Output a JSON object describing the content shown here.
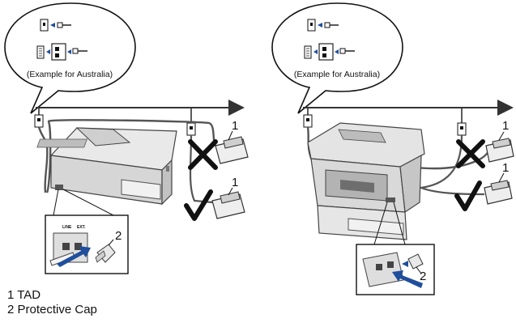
{
  "left_panel": {
    "bubble_caption": "(Example for Australia)",
    "callout_tad_upper": "1",
    "callout_tad_lower": "1",
    "callout_cap": "2",
    "port_line_label": "LINE",
    "port_ext_label": "EXT."
  },
  "right_panel": {
    "bubble_caption": "(Example for Australia)",
    "callout_tad_upper": "1",
    "callout_tad_lower": "1",
    "callout_cap": "2"
  },
  "legend": {
    "items": [
      "1 TAD",
      "2 Protective Cap"
    ]
  },
  "colors": {
    "line": "#3a3a3a",
    "arrow_blue": "#1f4e9c",
    "device_gray": "#d9d9d9",
    "device_dark": "#6e6e6e"
  }
}
